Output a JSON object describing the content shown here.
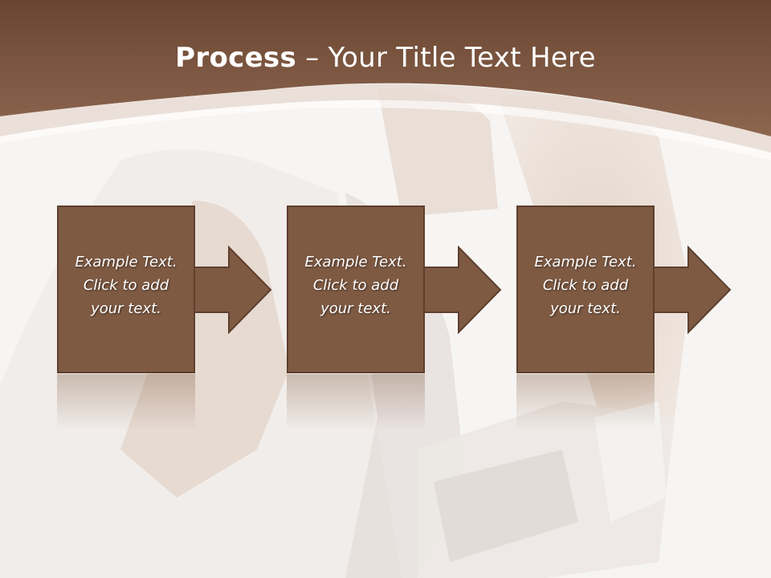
{
  "slide": {
    "title_bold": "Process",
    "title_rest": " – Your Title Text Here",
    "steps": [
      {
        "line1": "Example Text.",
        "line2": "Click  to add",
        "line3": "your text."
      },
      {
        "line1": "Example Text.",
        "line2": "Click  to add",
        "line3": "your text."
      },
      {
        "line1": "Example Text.",
        "line2": "Click  to add",
        "line3": "your text."
      }
    ]
  },
  "colors": {
    "header_brown": "#7a5440",
    "box_fill": "#7e5a43",
    "box_border": "#5e3f2d",
    "arrow_fill": "#7e5a43",
    "background": "#f6f4f2"
  },
  "icons": [
    "right-arrow-icon"
  ]
}
